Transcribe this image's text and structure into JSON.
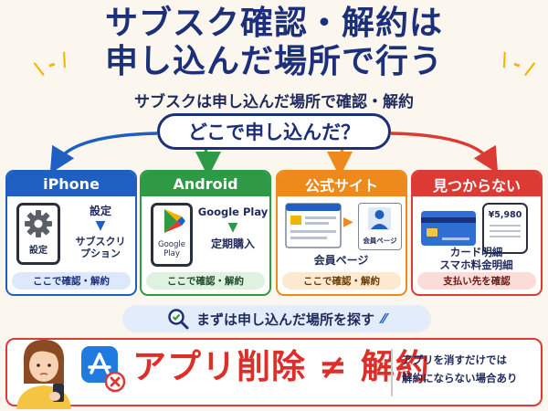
{
  "header": {
    "title_line1": "サブスク確認・解約は",
    "title_line2": "申し込んだ場所で行う",
    "subtitle": "サブスクは申し込んだ場所で確認・解約"
  },
  "question": "どこで申し込んだ？",
  "colors": {
    "navy": "#1c2f7a",
    "iphone": "#1f5fc1",
    "android": "#2e9a45",
    "web": "#ee8a1c",
    "unknown": "#dc3b34"
  },
  "cards": {
    "iphone": {
      "title": "iPhone",
      "icon": "gear-icon",
      "screen_label": "設定",
      "step1": "設定",
      "step2_line1": "サブスクリ",
      "step2_line2": "プション",
      "footer": "ここで確認・解約"
    },
    "android": {
      "title": "Android",
      "icon": "google-play-icon",
      "screen_label_line1": "Google",
      "screen_label_line2": "Play",
      "step1": "Google Play",
      "step2": "定期購入",
      "footer": "ここで確認・解約"
    },
    "web": {
      "title": "公式サイト",
      "icon": "browser-window-icon",
      "member_card_label": "会員ページ",
      "caption": "会員ページ",
      "footer": "ここで確認・解約"
    },
    "unknown": {
      "title": "見つからない",
      "icon": "credit-card-icon",
      "phone_amount": "¥5,980",
      "line1": "カード明細",
      "line2": "スマホ料金明細",
      "footer": "支払い先を確認"
    }
  },
  "search_banner": "まずは申し込んだ場所を探す",
  "bottom": {
    "warning": "アプリ削除 ≠ 解約",
    "note_line1": "アプリを消すだけでは",
    "note_line2": "解約にならない場合あり"
  }
}
